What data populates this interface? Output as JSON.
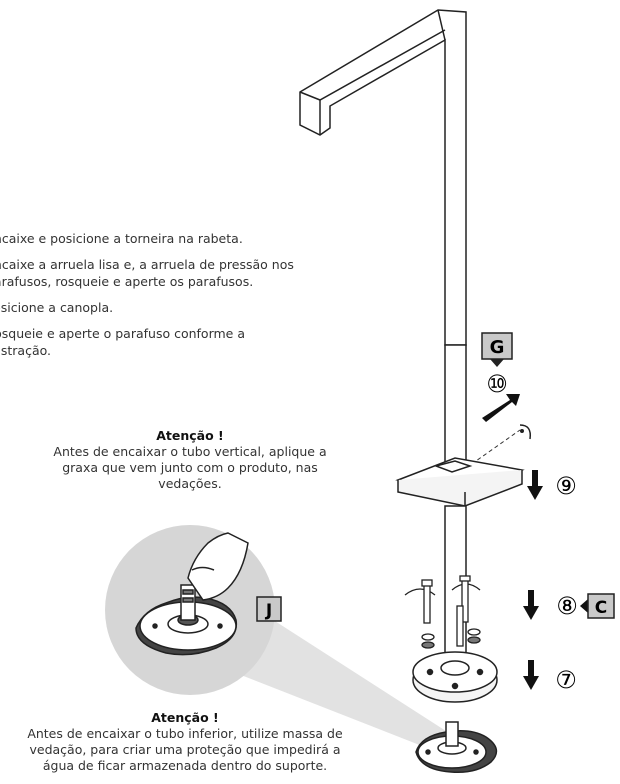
{
  "instructions": [
    "Encaixe e posicione a torneira na rabeta.",
    "Encaixe a arruela lisa e, a arruela de pressão nos",
    "parafusos, rosqueie e aperte os parafusos.",
    "Posicione a canopla.",
    "Rosqueie e aperte o parafuso conforme a",
    "ilustração."
  ],
  "note_top": {
    "title": "Atenção !",
    "lines": [
      "Antes de encaixar o tubo vertical, aplique a",
      "graxa que vem junto com o produto, nas",
      "vedações."
    ]
  },
  "note_bottom": {
    "title": "Atenção !",
    "lines": [
      "Antes de encaixar o tubo inferior, utilize massa de",
      "vedação, para criar uma proteção que impedirá a",
      "água de ficar armazenada dentro do suporte."
    ]
  },
  "labels": {
    "g": "G",
    "c": "C",
    "j": "J"
  },
  "steps": {
    "s10": "⑩",
    "s9": "⑨",
    "s8": "⑧",
    "s7": "⑦"
  }
}
